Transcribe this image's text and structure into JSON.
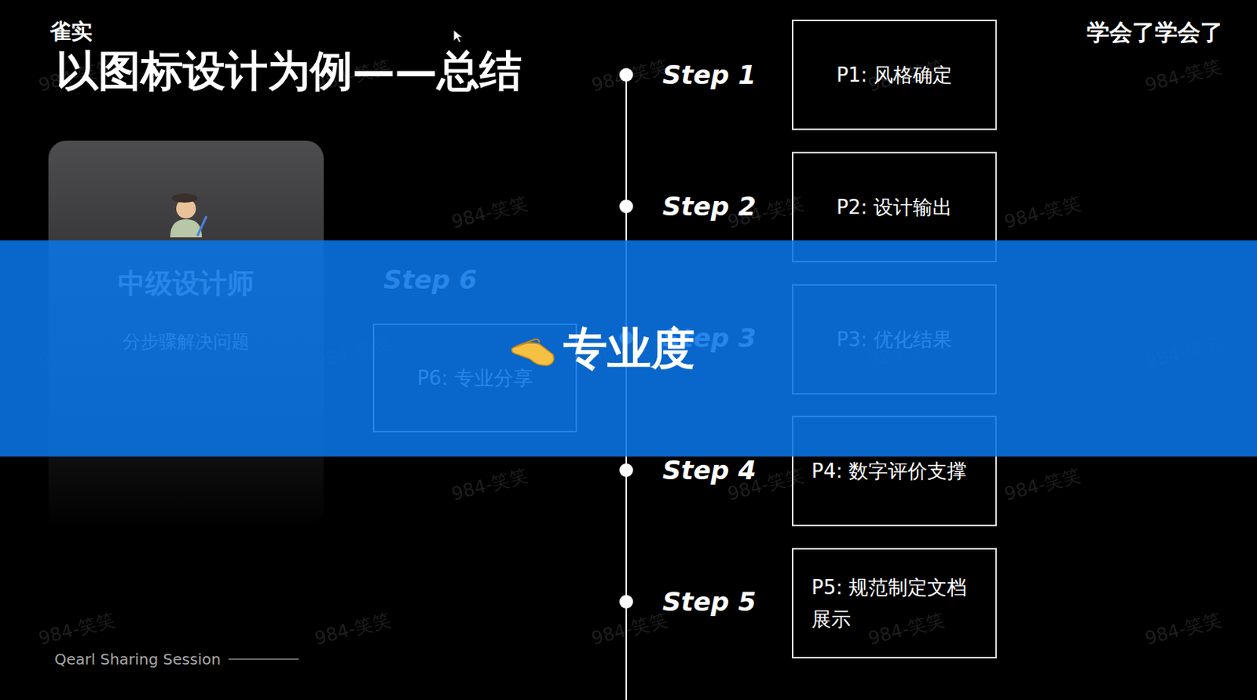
{
  "diagram": {
    "title": "以图标设计为例——总结",
    "nodes": [
      {
        "text": [
          "中级设计师",
          "分步骤解决问题"
        ]
      },
      {
        "text": [
          "P1: 风格确定"
        ]
      },
      {
        "text": [
          "P2: 设计输出"
        ]
      },
      {
        "text": [
          "P3: 优化结果"
        ]
      },
      {
        "text": [
          "P4: 数字评价支撑"
        ]
      },
      {
        "text": [
          "P5: 规范制定文档展示"
        ]
      },
      {
        "text": [
          "P6:  专业分享"
        ]
      },
      {
        "text": [
          "专业度"
        ]
      }
    ],
    "labels": [
      "雀实",
      "学会了学会了",
      "Step 1",
      "Step 2",
      "Step 3",
      "Step 4",
      "Step 5",
      "Step 6",
      "Qearl  Sharing Session",
      "984-笑笑",
      "984-笑笑",
      "984-笑笑",
      "984-笑笑",
      "984-笑笑",
      "984-笑笑",
      "984-笑笑",
      "984-笑笑",
      "984-笑笑",
      "984-笑笑",
      "984-笑笑",
      "984-笑笑",
      "984-笑笑",
      "984-笑笑",
      "984-笑笑",
      "984-笑笑",
      "984-笑笑",
      "984-笑笑",
      "984-笑笑",
      "984-笑笑",
      "984-笑笑",
      "984-笑笑",
      "984-笑笑"
    ]
  }
}
